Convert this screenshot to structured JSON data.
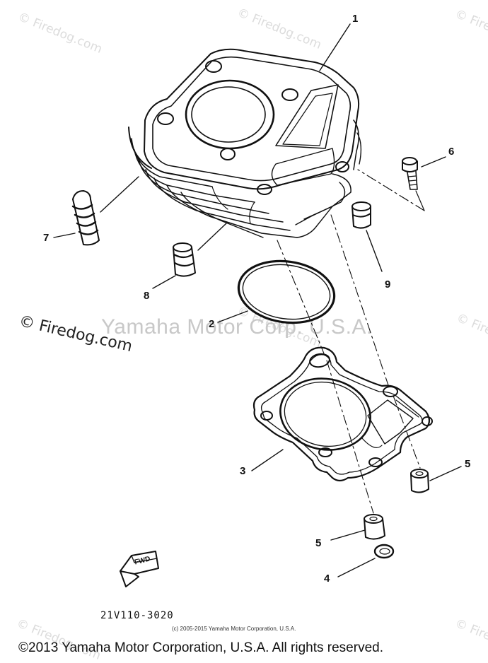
{
  "watermark": {
    "site": "© Firedog.com",
    "site_repeat": "© Firedog.com",
    "center_text": "Yamaha Motor Corp. U.S.A."
  },
  "labels": {
    "part_1": "1",
    "part_2": "2",
    "part_3": "3",
    "part_4": "4",
    "part_5a": "5",
    "part_5b": "5",
    "part_6": "6",
    "part_7": "7",
    "part_8": "8",
    "part_9": "9"
  },
  "fwd_label": "FWD",
  "drawing_code": "21V110-3020",
  "small_copyright": "(c) 2005-2015 Yamaha Motor Corporation, U.S.A.",
  "footer": "©2013 Yamaha Motor Corporation, U.S.A. All rights reserved."
}
